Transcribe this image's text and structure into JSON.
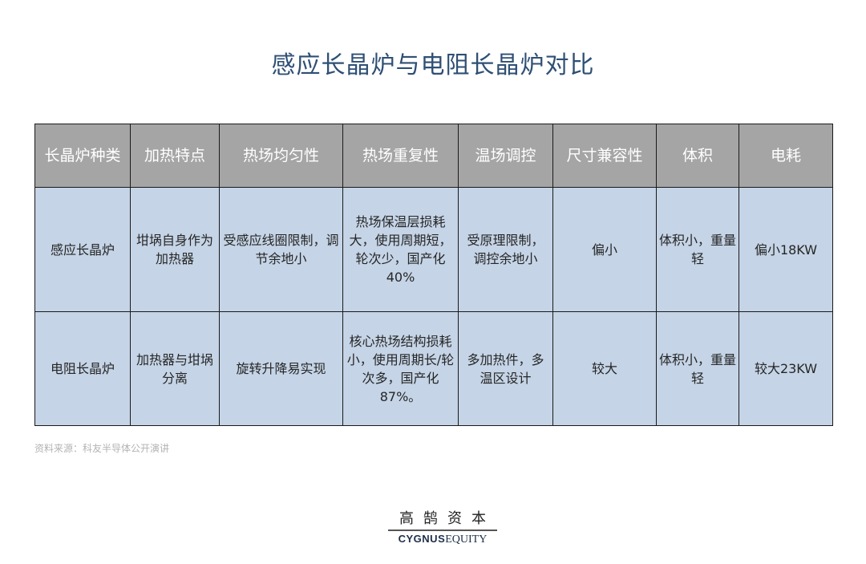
{
  "title": "感应长晶炉与电阻长晶炉对比",
  "table": {
    "headers": [
      "长晶炉种类",
      "加热特点",
      "热场均匀性",
      "热场重复性",
      "温场调控",
      "尺寸兼容性",
      "体积",
      "电耗"
    ],
    "rows": [
      [
        "感应长晶炉",
        "坩埚自身作为加热器",
        "受感应线圈限制，调节余地小",
        "热场保温层损耗大，使用周期短，轮次少，国产化40%",
        "受原理限制，调控余地小",
        "偏小",
        "体积小，重量轻",
        "偏小18KW"
      ],
      [
        "电阻长晶炉",
        "加热器与坩埚分离",
        "旋转升降易实现",
        "核心热场结构损耗小，使用周期长/轮次多，国产化87%。",
        "多加热件，多温区设计",
        "较大",
        "体积小，重量轻",
        "较大23KW"
      ]
    ]
  },
  "source": "资料来源：科友半导体公开演讲",
  "logo": {
    "cn": "高鹄资本",
    "en_bold": "CYGNUS",
    "en_regular": "EQUITY"
  },
  "colors": {
    "title": "#2f4f74",
    "header_bg": "#a5a5a5",
    "cell_bg": "#c5d4e6",
    "border": "#1a1a1a"
  }
}
